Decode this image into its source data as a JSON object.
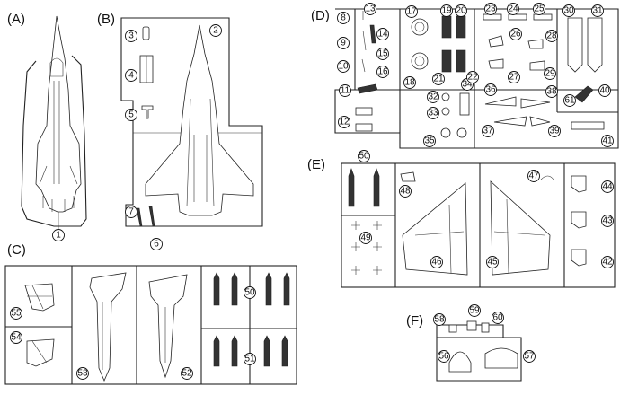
{
  "sprues": [
    {
      "label": "(A)"
    },
    {
      "label": "(B)"
    },
    {
      "label": "(C)"
    },
    {
      "label": "(D)"
    },
    {
      "label": "(E)"
    },
    {
      "label": "(F)"
    }
  ],
  "part_numbers": {
    "n1": "1",
    "n2": "2",
    "n3": "3",
    "n4": "4",
    "n5": "5",
    "n6": "6",
    "n7": "7",
    "n8": "8",
    "n9": "9",
    "n10": "10",
    "n11": "11",
    "n12": "12",
    "n13": "13",
    "n14": "14",
    "n15": "15",
    "n16": "16",
    "n17": "17",
    "n18": "18",
    "n19": "19",
    "n20": "20",
    "n21": "21",
    "n22": "22",
    "n23": "23",
    "n24": "24",
    "n25": "25",
    "n26": "26",
    "n27": "27",
    "n28": "28",
    "n29": "29",
    "n30": "30",
    "n31": "31",
    "n32": "32",
    "n33": "33",
    "n34": "34",
    "n35": "35",
    "n36": "36",
    "n37": "37",
    "n38": "38",
    "n39": "39",
    "n40": "40",
    "n41": "41",
    "n42": "42",
    "n43": "43",
    "n44": "44",
    "n45": "45",
    "n46": "46",
    "n47": "47",
    "n48": "48",
    "n49": "49",
    "n50a": "50",
    "n50b": "50",
    "n51": "51",
    "n52": "52",
    "n53": "53",
    "n54": "54",
    "n55": "55",
    "n56": "56",
    "n57": "57",
    "n58": "58",
    "n59": "59",
    "n60": "60",
    "n61": "61"
  }
}
